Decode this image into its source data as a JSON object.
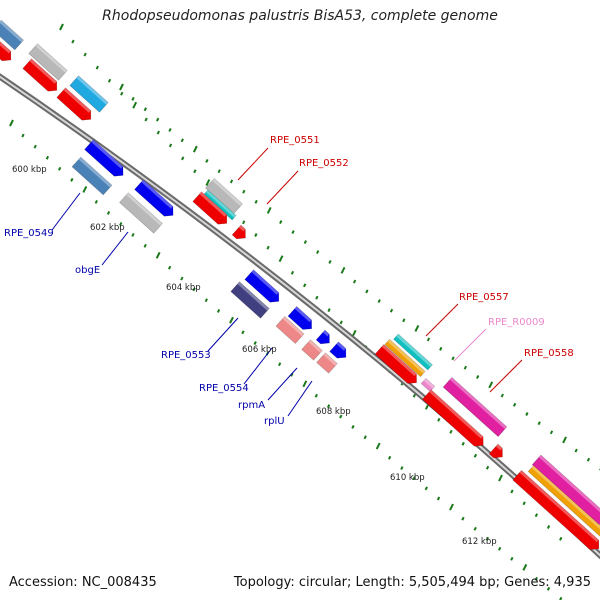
{
  "header": {
    "title": "Rhodopseudomonas palustris BisA53, complete genome"
  },
  "footer": {
    "accession": "Accession: NC_008435",
    "topology": "Topology: circular; Length: 5,505,494 bp; Genes: 4,935"
  },
  "colors": {
    "forward_cds": "#0000ee",
    "forward_alt": "#4a82b8",
    "reverse_cds": "#ee0000",
    "grey_gene": "#b8b8b8",
    "cyan_gene": "#20a8e0",
    "trna": "#ee8888",
    "teal_gene": "#10c0c0",
    "orange_gene": "#f0a000",
    "magenta_gene": "#e020a0",
    "navy_gene": "#404080",
    "backbone": "#8a8a8a",
    "tick": "#1a7a1a",
    "label_blue": "#0000aa",
    "label_red": "#cc0000",
    "label_pink": "#ee88cc"
  },
  "scale_labels": [
    "600 kbp",
    "602 kbp",
    "604 kbp",
    "606 kbp",
    "608 kbp",
    "610 kbp",
    "612 kbp"
  ],
  "gene_labels": [
    {
      "name": "RPE_0549",
      "color": "label_blue"
    },
    {
      "name": "obgE",
      "color": "label_blue"
    },
    {
      "name": "RPE_0553",
      "color": "label_blue"
    },
    {
      "name": "RPE_0554",
      "color": "label_blue"
    },
    {
      "name": "rpmA",
      "color": "label_blue"
    },
    {
      "name": "rplU",
      "color": "label_blue"
    },
    {
      "name": "RPE_0551",
      "color": "label_red"
    },
    {
      "name": "RPE_0552",
      "color": "label_red"
    },
    {
      "name": "RPE_0557",
      "color": "label_red"
    },
    {
      "name": "RPE_R0009",
      "color": "label_pink"
    },
    {
      "name": "RPE_0558",
      "color": "label_red"
    }
  ]
}
